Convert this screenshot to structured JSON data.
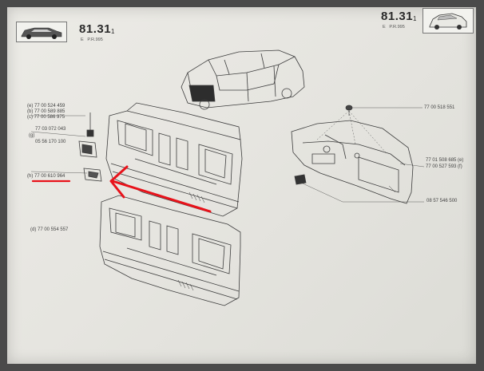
{
  "page": {
    "left_header": {
      "number": "81",
      "dot": ".",
      "section": "31",
      "sub": "1",
      "edition": "E",
      "code": "P.R.995"
    },
    "right_header": {
      "number": "81",
      "dot": ".",
      "section": "31",
      "sub": "1",
      "edition": "E",
      "code": "P.R.995"
    }
  },
  "left_refs": {
    "e": "(e) 77 00 524 459",
    "b": "(b) 77 00 589 885",
    "c": "(c) 77 00 586 975",
    "p1": "77 03 072 043",
    "g": "(g)",
    "p2": "05 56 170 100",
    "h": "(h) 77 00 610 964",
    "d": "(d) 77 00 554 557"
  },
  "right_refs": {
    "r1": "77 00 518 551",
    "r2": "77 01 508 685 (e)",
    "r3": "77 00 527 593 (f)",
    "r4": "08 57 546 500"
  },
  "colors": {
    "paper": "#e8e7e2",
    "ink": "#3a3a3a",
    "annotation": "#e8121a",
    "frame": "#4a4a4a"
  }
}
